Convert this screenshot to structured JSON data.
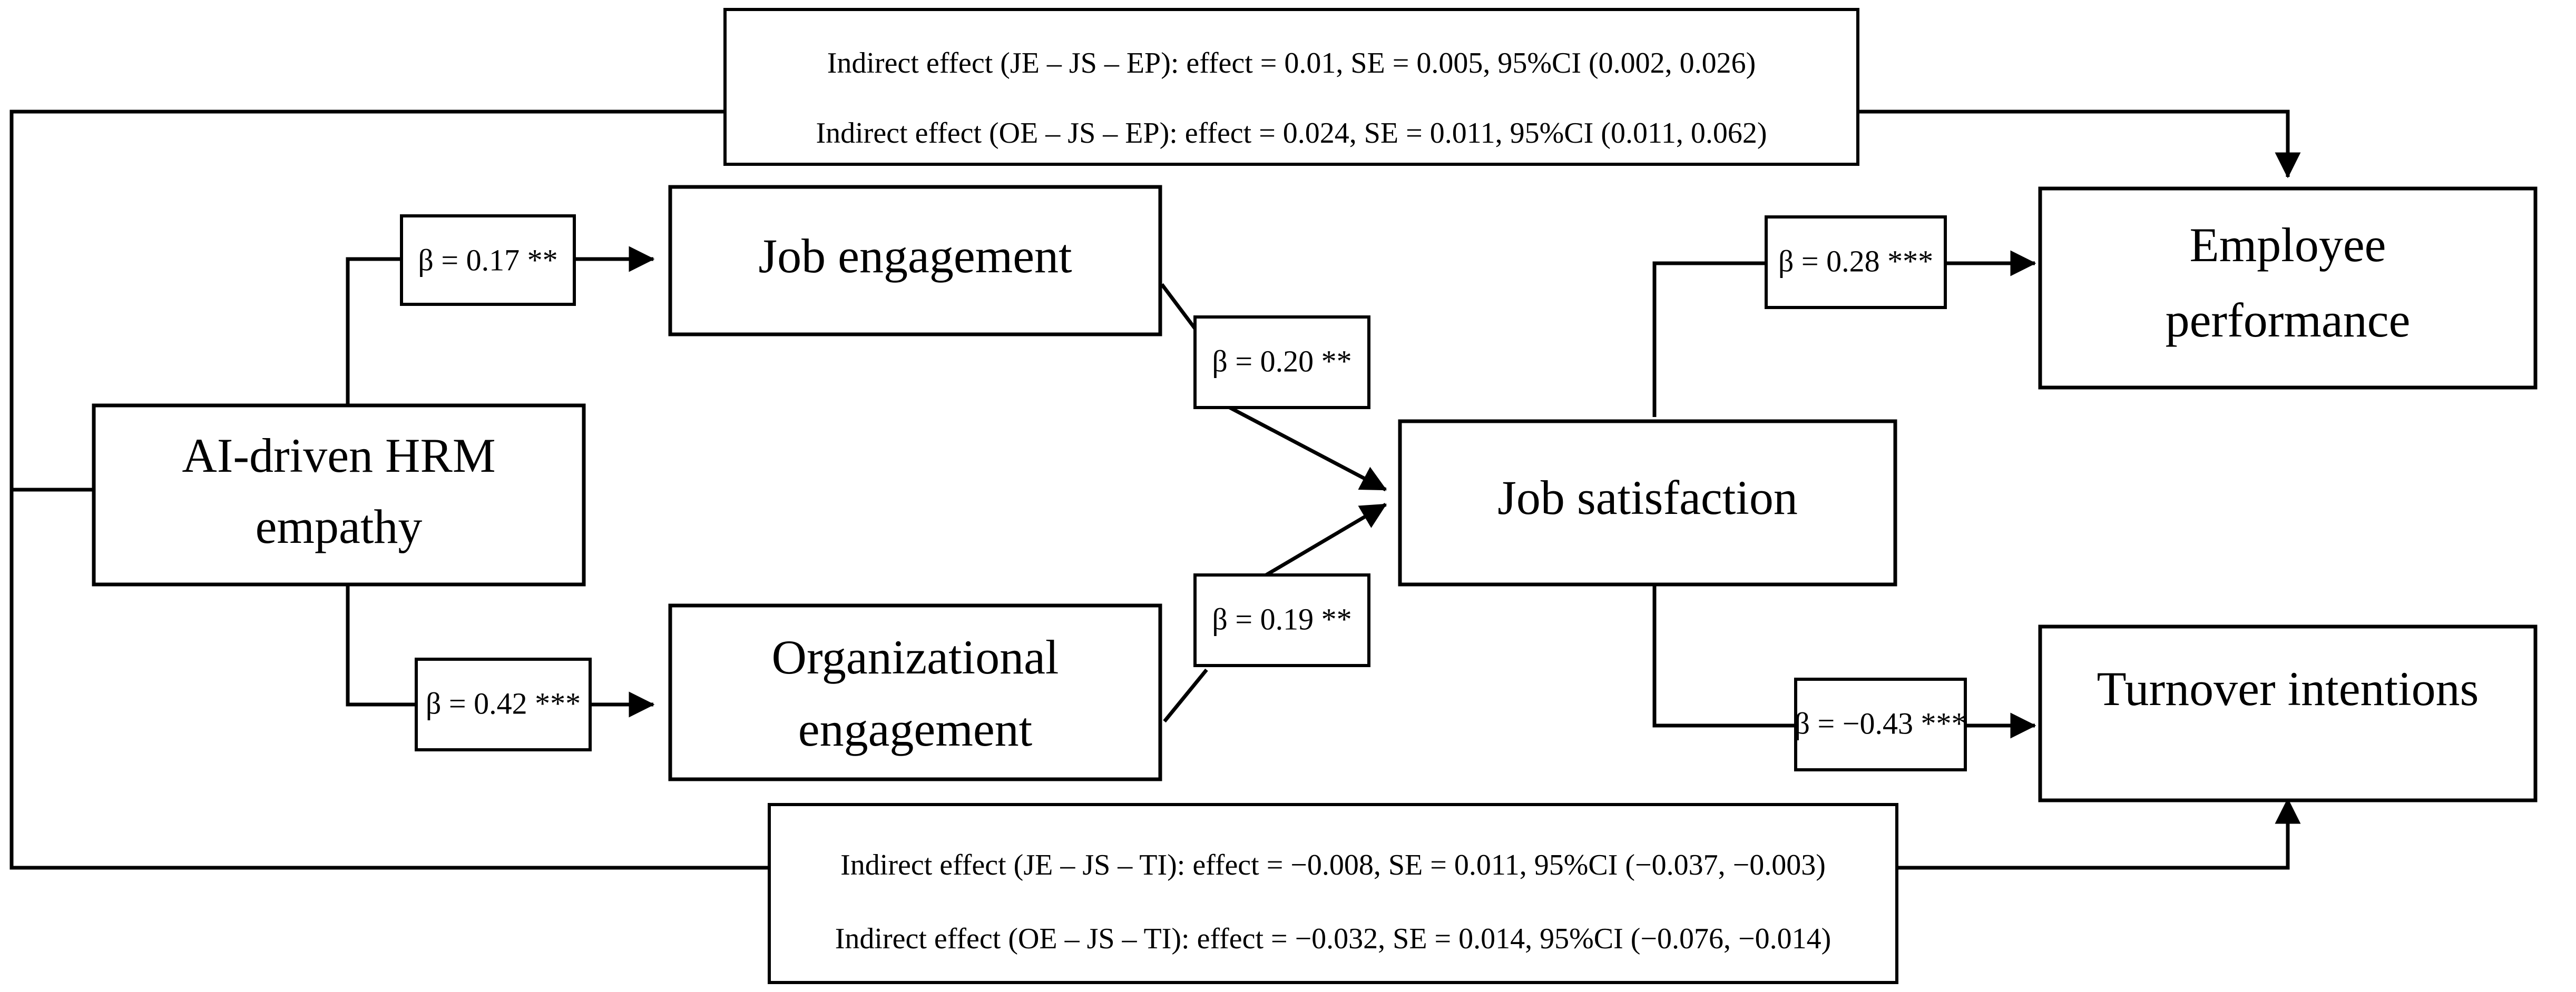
{
  "figure": {
    "title": "AI-driven HRM empathy structural path model",
    "colors": {
      "stroke": "#000000",
      "fill": "#ffffff",
      "text": "#000000"
    }
  },
  "nodes": {
    "hrm_empathy": {
      "line1": "AI-driven HRM",
      "line2": "empathy"
    },
    "job_engagement": {
      "line1": "Job engagement"
    },
    "org_engagement": {
      "line1": "Organizational",
      "line2": "engagement"
    },
    "job_satisfaction": {
      "line1": "Job satisfaction"
    },
    "employee_performance": {
      "line1": "Employee",
      "line2": "performance"
    },
    "turnover_intentions": {
      "line1": "Turnover intentions"
    }
  },
  "coefficients": {
    "hrm_to_je": "β = 0.17 **",
    "hrm_to_oe": "β = 0.42 ***",
    "je_to_js": "β = 0.20 **",
    "oe_to_js": "β = 0.19 **",
    "js_to_ep": "β = 0.28 ***",
    "js_to_ti": "β = −0.43 ***"
  },
  "notes": {
    "top": {
      "line1": "Indirect effect (JE – JS – EP): effect = 0.01, SE = 0.005, 95%CI (0.002, 0.026)",
      "line2": "Indirect effect (OE – JS – EP): effect = 0.024, SE = 0.011, 95%CI (0.011, 0.062)"
    },
    "bottom": {
      "line1": "Indirect effect (JE – JS – TI): effect = −0.008, SE = 0.011, 95%CI (−0.037, −0.003)",
      "line2": "Indirect effect (OE – JS – TI): effect = −0.032, SE = 0.014, 95%CI (−0.076, −0.014)"
    }
  }
}
